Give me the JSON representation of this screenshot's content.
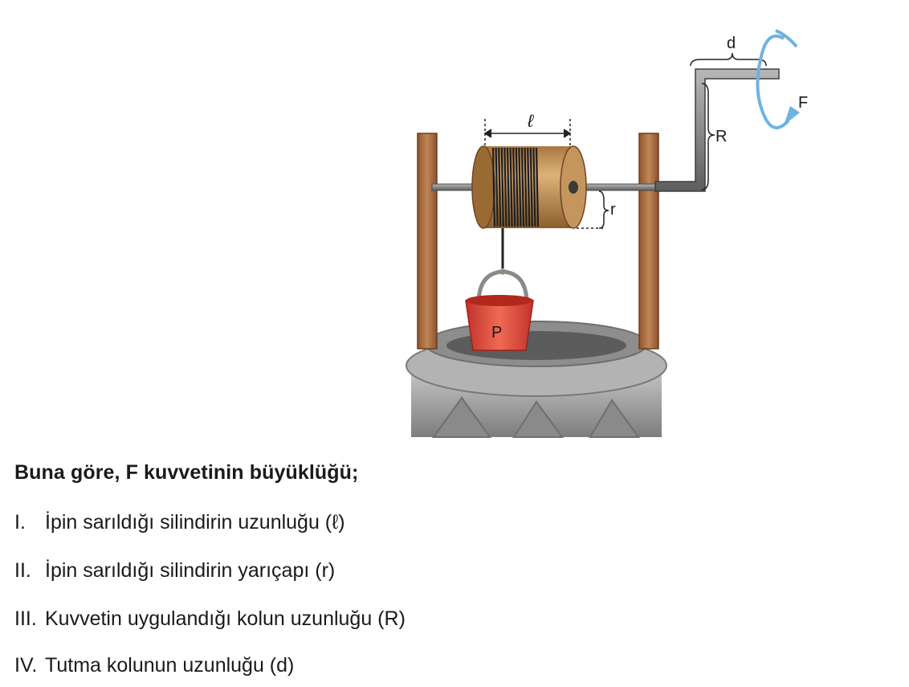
{
  "diagram": {
    "labels": {
      "d": "d",
      "F": "F",
      "R": "R",
      "l": "ℓ",
      "r": "r",
      "P": "P"
    },
    "colors": {
      "post": "#b5784a",
      "drum": "#c99a62",
      "bucket": "#e0473c",
      "stone": "#9a9a9a",
      "arrow": "#6db3e2",
      "crank": "#6e6e6e"
    }
  },
  "question": {
    "prompt": "Buna göre, F kuvvetinin büyüklüğü;",
    "options": [
      {
        "num": "I.",
        "text": "İpin sarıldığı silindirin uzunluğu (ℓ)"
      },
      {
        "num": "II.",
        "text": "İpin sarıldığı silindirin yarıçapı (r)"
      },
      {
        "num": "III.",
        "text": "Kuvvetin uygulandığı kolun uzunluğu (R)"
      },
      {
        "num": "IV.",
        "text": "Tutma kolunun uzunluğu (d)"
      }
    ]
  }
}
